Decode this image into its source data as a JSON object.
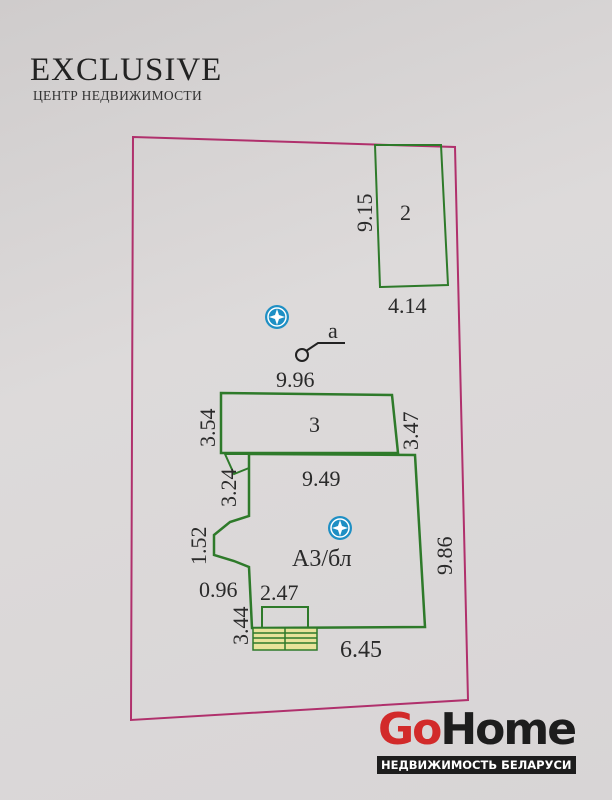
{
  "logo_top": {
    "title": "EXCLUSIVE",
    "subtitle": "ЦЕНТР НЕДВИЖИМОСТИ"
  },
  "logo_bottom": {
    "go": "Go",
    "home": "Home",
    "subtitle": "НЕДВИЖИМОСТЬ БЕЛАРУСИ",
    "go_color": "#d22a2a"
  },
  "plan": {
    "building_2": {
      "label": "2",
      "side_length": "9.15",
      "width": "4.14"
    },
    "well": {
      "label": "а"
    },
    "building_3": {
      "label": "3",
      "top": "9.96",
      "left": "3.54",
      "right": "3.47"
    },
    "main_house": {
      "label": "А3/бл",
      "top": "9.49",
      "right": "9.86",
      "bottom": "6.45",
      "left_upper": "3.24",
      "notch": "1.52",
      "left_mid": "0.96",
      "left_lower": "3.44",
      "porch": "2.47"
    },
    "colors": {
      "parcel": "#b0306c",
      "building": "#2e7a2a",
      "marker": "#1e8fc4"
    }
  }
}
